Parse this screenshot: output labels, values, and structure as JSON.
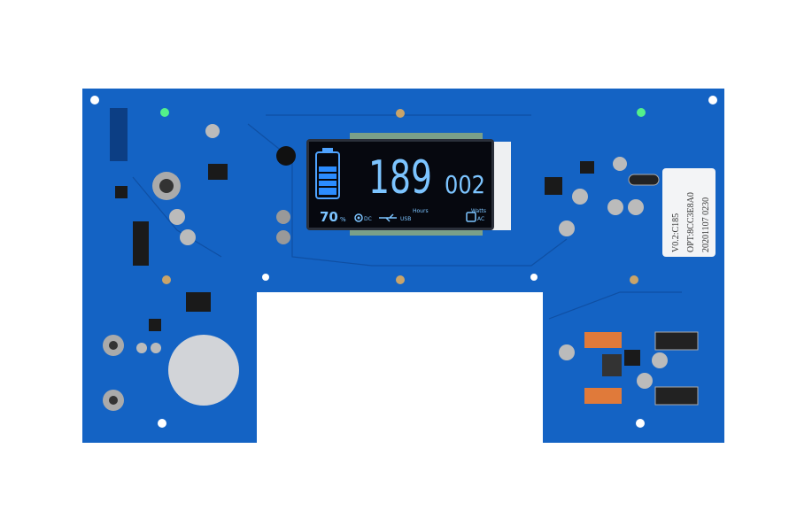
{
  "colors": {
    "board": "#1463c4",
    "board_dark": "#0f4fa3",
    "lcd_bg": "#06080f",
    "lcd_segment": "#7cc4ff",
    "led_green": "#54f08a"
  },
  "lcd": {
    "hours_value": "189",
    "hours_unit": "Hours",
    "watts_value": "002",
    "watts_unit": "Watts",
    "battery_percent": "70",
    "percent_sign": "%",
    "battery_level": 0.7,
    "dc_label": "DC",
    "usb_label": "USB",
    "ac_label": "AC"
  },
  "sticker": {
    "line1": "V0.2:C185",
    "line2": "OPT:8CC3E8A0",
    "line3": "20201107 0230"
  }
}
